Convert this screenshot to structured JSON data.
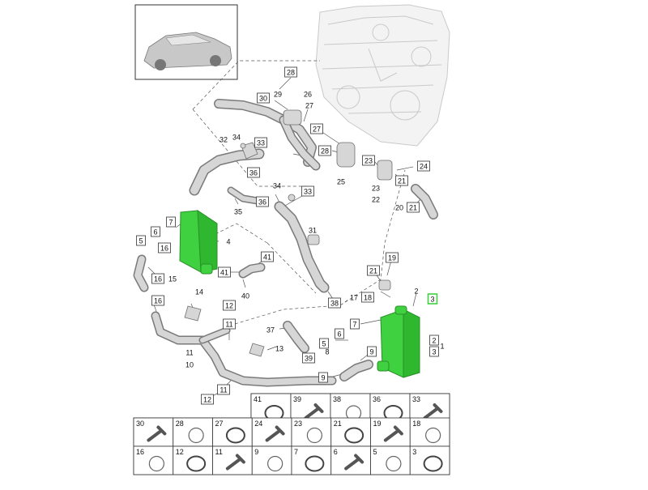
{
  "callouts": [
    {
      "id": "c28",
      "label": "28",
      "boxed": true
    },
    {
      "id": "c30",
      "label": "30",
      "boxed": true
    },
    {
      "id": "c29",
      "label": "29",
      "boxed": false
    },
    {
      "id": "c26",
      "label": "26",
      "boxed": false
    },
    {
      "id": "c27a",
      "label": "27",
      "boxed": false
    },
    {
      "id": "c27b",
      "label": "27",
      "boxed": true
    },
    {
      "id": "c32",
      "label": "32",
      "boxed": false
    },
    {
      "id": "c34a",
      "label": "34",
      "boxed": false
    },
    {
      "id": "c33a",
      "label": "33",
      "boxed": true
    },
    {
      "id": "c36a",
      "label": "36",
      "boxed": true
    },
    {
      "id": "c28b",
      "label": "28",
      "boxed": true
    },
    {
      "id": "c23a",
      "label": "23",
      "boxed": true
    },
    {
      "id": "c24",
      "label": "24",
      "boxed": true
    },
    {
      "id": "c25",
      "label": "25",
      "boxed": false
    },
    {
      "id": "c21a",
      "label": "21",
      "boxed": true
    },
    {
      "id": "c23b",
      "label": "23",
      "boxed": false
    },
    {
      "id": "c22",
      "label": "22",
      "boxed": false
    },
    {
      "id": "c20",
      "label": "20",
      "boxed": false
    },
    {
      "id": "c21b",
      "label": "21",
      "boxed": true
    },
    {
      "id": "c34b",
      "label": "34",
      "boxed": false
    },
    {
      "id": "c33b",
      "label": "33",
      "boxed": true
    },
    {
      "id": "c36b",
      "label": "36",
      "boxed": true
    },
    {
      "id": "c35",
      "label": "35",
      "boxed": false
    },
    {
      "id": "c7a",
      "label": "7",
      "boxed": true
    },
    {
      "id": "c6a",
      "label": "6",
      "boxed": true
    },
    {
      "id": "c4",
      "label": "4",
      "boxed": false
    },
    {
      "id": "c5a",
      "label": "5",
      "boxed": true
    },
    {
      "id": "c16a",
      "label": "16",
      "boxed": true
    },
    {
      "id": "c31",
      "label": "31",
      "boxed": false
    },
    {
      "id": "c41a",
      "label": "41",
      "boxed": true
    },
    {
      "id": "c41b",
      "label": "41",
      "boxed": true
    },
    {
      "id": "c16b",
      "label": "16",
      "boxed": true
    },
    {
      "id": "c15",
      "label": "15",
      "boxed": false
    },
    {
      "id": "c40",
      "label": "40",
      "boxed": false
    },
    {
      "id": "c14",
      "label": "14",
      "boxed": false
    },
    {
      "id": "c21c",
      "label": "21",
      "boxed": true
    },
    {
      "id": "c19",
      "label": "19",
      "boxed": true
    },
    {
      "id": "c17",
      "label": "17",
      "boxed": false
    },
    {
      "id": "c18",
      "label": "18",
      "boxed": true
    },
    {
      "id": "c2",
      "label": "2",
      "boxed": false
    },
    {
      "id": "c3",
      "label": "3",
      "boxed": true,
      "highlight": true
    },
    {
      "id": "c16c",
      "label": "16",
      "boxed": true
    },
    {
      "id": "c12a",
      "label": "12",
      "boxed": true
    },
    {
      "id": "c38",
      "label": "38",
      "boxed": true
    },
    {
      "id": "c11a",
      "label": "11",
      "boxed": true
    },
    {
      "id": "c7b",
      "label": "7",
      "boxed": true
    },
    {
      "id": "c6b",
      "label": "6",
      "boxed": true
    },
    {
      "id": "c37",
      "label": "37",
      "boxed": false
    },
    {
      "id": "c5b",
      "label": "5",
      "boxed": true
    },
    {
      "id": "c2b",
      "label": "2",
      "boxed": true
    },
    {
      "id": "c3b",
      "label": "3",
      "boxed": true
    },
    {
      "id": "c1",
      "label": "1",
      "boxed": false
    },
    {
      "id": "c11b",
      "label": "11",
      "boxed": false
    },
    {
      "id": "c13",
      "label": "13",
      "boxed": false
    },
    {
      "id": "c10",
      "label": "10",
      "boxed": false
    },
    {
      "id": "c39",
      "label": "39",
      "boxed": true
    },
    {
      "id": "c9a",
      "label": "9",
      "boxed": true
    },
    {
      "id": "c8",
      "label": "8",
      "boxed": false
    },
    {
      "id": "c9b",
      "label": "9",
      "boxed": true
    },
    {
      "id": "c11c",
      "label": "11",
      "boxed": true
    },
    {
      "id": "c12b",
      "label": "12",
      "boxed": true
    }
  ],
  "parts_table": [
    [
      "41",
      "39",
      "38",
      "36",
      "33"
    ],
    [
      "30",
      "28",
      "27",
      "24",
      "23",
      "21",
      "19",
      "18"
    ],
    [
      "16",
      "12",
      "11",
      "9",
      "7",
      "6",
      "5",
      "3"
    ]
  ],
  "colors": {
    "highlight": "#3fd13f",
    "line": "#555555",
    "part_fill": "#d8d8d8",
    "part_stroke": "#6e6e6e"
  }
}
